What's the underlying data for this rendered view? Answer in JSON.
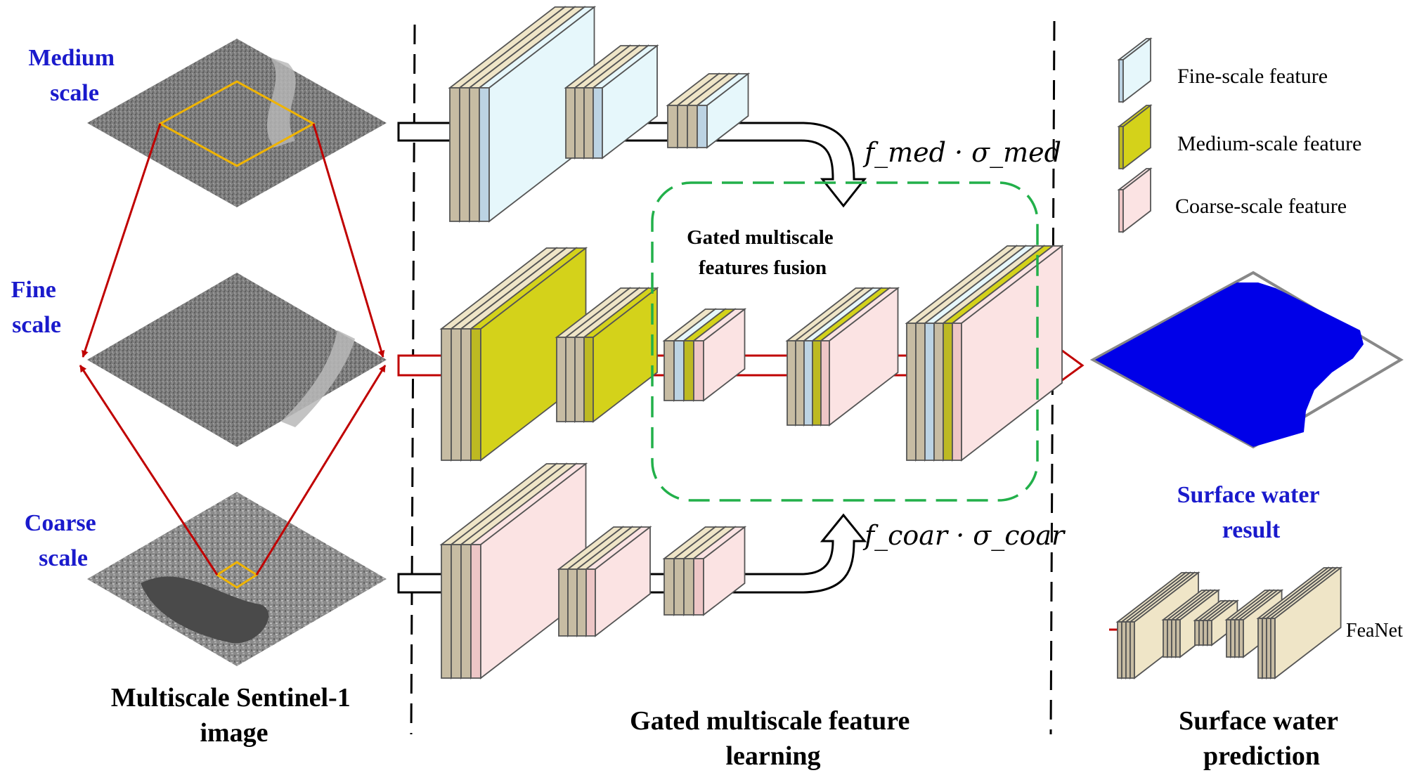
{
  "colors": {
    "fine": "#e6f7fb",
    "fine_side": "#bcd3e3",
    "medium": "#d4d21a",
    "medium_side": "#bdb922",
    "coarse": "#fbe3e3",
    "coarse_side": "#edc6c6",
    "beige": "#efe5c7",
    "beige_side": "#c7bca3",
    "red": "#c00000",
    "green": "#22b04a",
    "blue_label": "#1a1acc",
    "water": "#0000e8",
    "gold": "#f0b400"
  },
  "left": {
    "medium_label": [
      "Medium",
      "scale"
    ],
    "fine_label": [
      "Fine",
      "scale"
    ],
    "coarse_label": [
      "Coarse",
      "scale"
    ],
    "caption": [
      "Multiscale Sentinel-1",
      "image"
    ]
  },
  "center": {
    "gate_label": [
      "Gated multiscale",
      "features fusion"
    ],
    "formula_med": "f_med · σ_med",
    "formula_coar": "f_coar · σ_coar",
    "caption": [
      "Gated multiscale feature",
      "learning"
    ]
  },
  "right": {
    "legend": [
      {
        "label": "Fine-scale feature",
        "icon": "fine-swatch"
      },
      {
        "label": "Medium-scale feature",
        "icon": "medium-swatch"
      },
      {
        "label": "Coarse-scale feature",
        "icon": "coarse-swatch"
      }
    ],
    "result_label": [
      "Surface water",
      "result"
    ],
    "feanet_label": "FeaNet",
    "caption": [
      "Surface water",
      "prediction"
    ]
  }
}
